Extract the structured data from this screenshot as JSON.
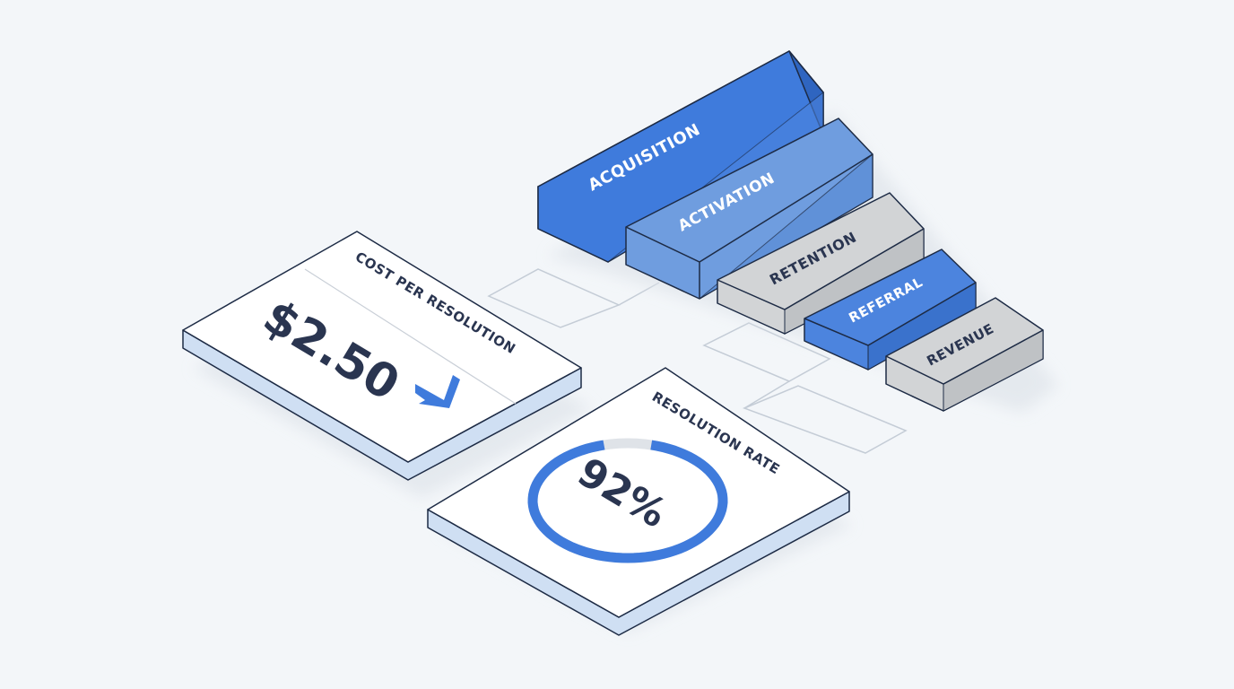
{
  "colors": {
    "background": "#f3f6f9",
    "blue_dark": "#3f7bdc",
    "blue_light": "#6f9ddf",
    "gray": "#d2d4d6",
    "outline": "#1d2b45",
    "text_dark": "#2a3550",
    "card_face": "#ffffff",
    "card_side": "#cfdff3"
  },
  "cost_card": {
    "label": "COST PER RESOLUTION",
    "value": "$2.50",
    "trend_icon": "arrow-down-icon"
  },
  "rate_card": {
    "label": "RESOLUTION RATE",
    "value": "92%",
    "progress": 0.92
  },
  "funnel": [
    {
      "label": "ACQUISITION",
      "tone": "blue_dark"
    },
    {
      "label": "ACTIVATION",
      "tone": "blue_light"
    },
    {
      "label": "RETENTION",
      "tone": "gray"
    },
    {
      "label": "REFERRAL",
      "tone": "blue_dark"
    },
    {
      "label": "REVENUE",
      "tone": "gray"
    }
  ]
}
